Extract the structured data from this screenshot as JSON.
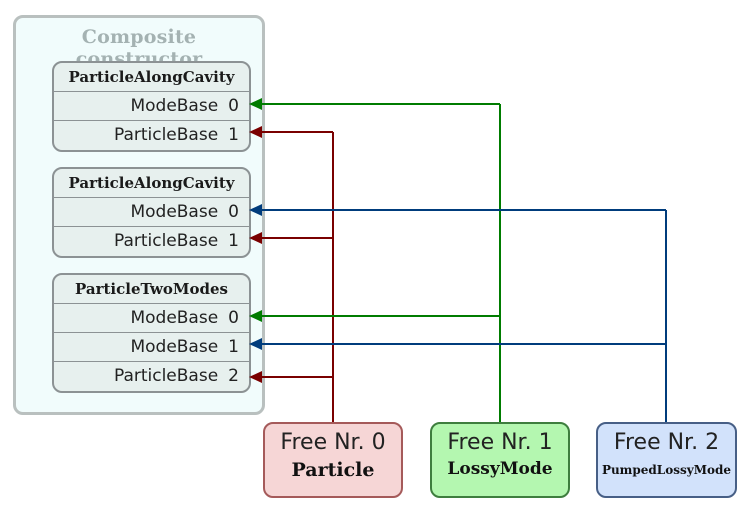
{
  "container": {
    "title": "Composite constructor"
  },
  "blocks": [
    {
      "name": "ParticleAlongCavity",
      "rows": [
        {
          "label": "ModeBase",
          "index": "0"
        },
        {
          "label": "ParticleBase",
          "index": "1"
        }
      ]
    },
    {
      "name": "ParticleAlongCavity",
      "rows": [
        {
          "label": "ModeBase",
          "index": "0"
        },
        {
          "label": "ParticleBase",
          "index": "1"
        }
      ]
    },
    {
      "name": "ParticleTwoModes",
      "rows": [
        {
          "label": "ModeBase",
          "index": "0"
        },
        {
          "label": "ModeBase",
          "index": "1"
        },
        {
          "label": "ParticleBase",
          "index": "2"
        }
      ]
    }
  ],
  "free": [
    {
      "title": "Free Nr. 0",
      "sub": "Particle",
      "fill": "#f6d6d6",
      "border": "#a55a5a",
      "wire": "#7a0000"
    },
    {
      "title": "Free Nr. 1",
      "sub": "LossyMode",
      "fill": "#b4f7b0",
      "border": "#3e7e3e",
      "wire": "#007c00"
    },
    {
      "title": "Free Nr. 2",
      "sub": "PumpedLossyMode",
      "fill": "#d2e2fb",
      "border": "#475f86",
      "wire": "#003c7c"
    }
  ],
  "connections": [
    {
      "free": 1,
      "block": 0,
      "row": 0
    },
    {
      "free": 0,
      "block": 0,
      "row": 1
    },
    {
      "free": 2,
      "block": 1,
      "row": 0
    },
    {
      "free": 0,
      "block": 1,
      "row": 1
    },
    {
      "free": 1,
      "block": 2,
      "row": 0
    },
    {
      "free": 2,
      "block": 2,
      "row": 1
    },
    {
      "free": 0,
      "block": 2,
      "row": 2
    }
  ]
}
